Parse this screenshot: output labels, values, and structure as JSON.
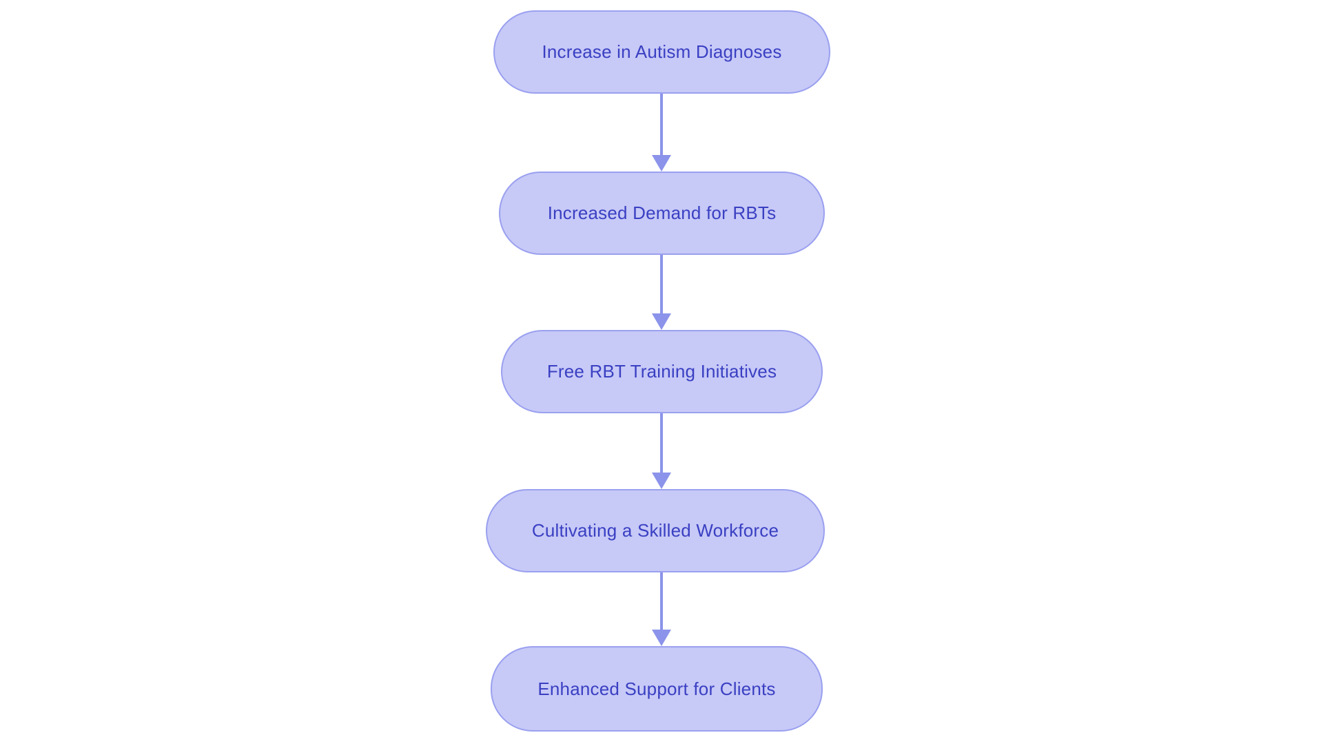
{
  "diagram": {
    "type": "flowchart",
    "direction": "top-down",
    "nodes": [
      {
        "id": "n1",
        "label": "Increase in Autism Diagnoses"
      },
      {
        "id": "n2",
        "label": "Increased Demand for RBTs"
      },
      {
        "id": "n3",
        "label": "Free RBT Training Initiatives"
      },
      {
        "id": "n4",
        "label": "Cultivating a Skilled Workforce"
      },
      {
        "id": "n5",
        "label": "Enhanced Support for Clients"
      }
    ],
    "edges": [
      {
        "from": "n1",
        "to": "n2"
      },
      {
        "from": "n2",
        "to": "n3"
      },
      {
        "from": "n3",
        "to": "n4"
      },
      {
        "from": "n4",
        "to": "n5"
      }
    ]
  },
  "colors": {
    "background": "#ffffff",
    "node_fill": "#c7c9f7",
    "node_border": "#9aa0ef",
    "node_text": "#3a40c2",
    "arrow": "#8b93ea"
  }
}
